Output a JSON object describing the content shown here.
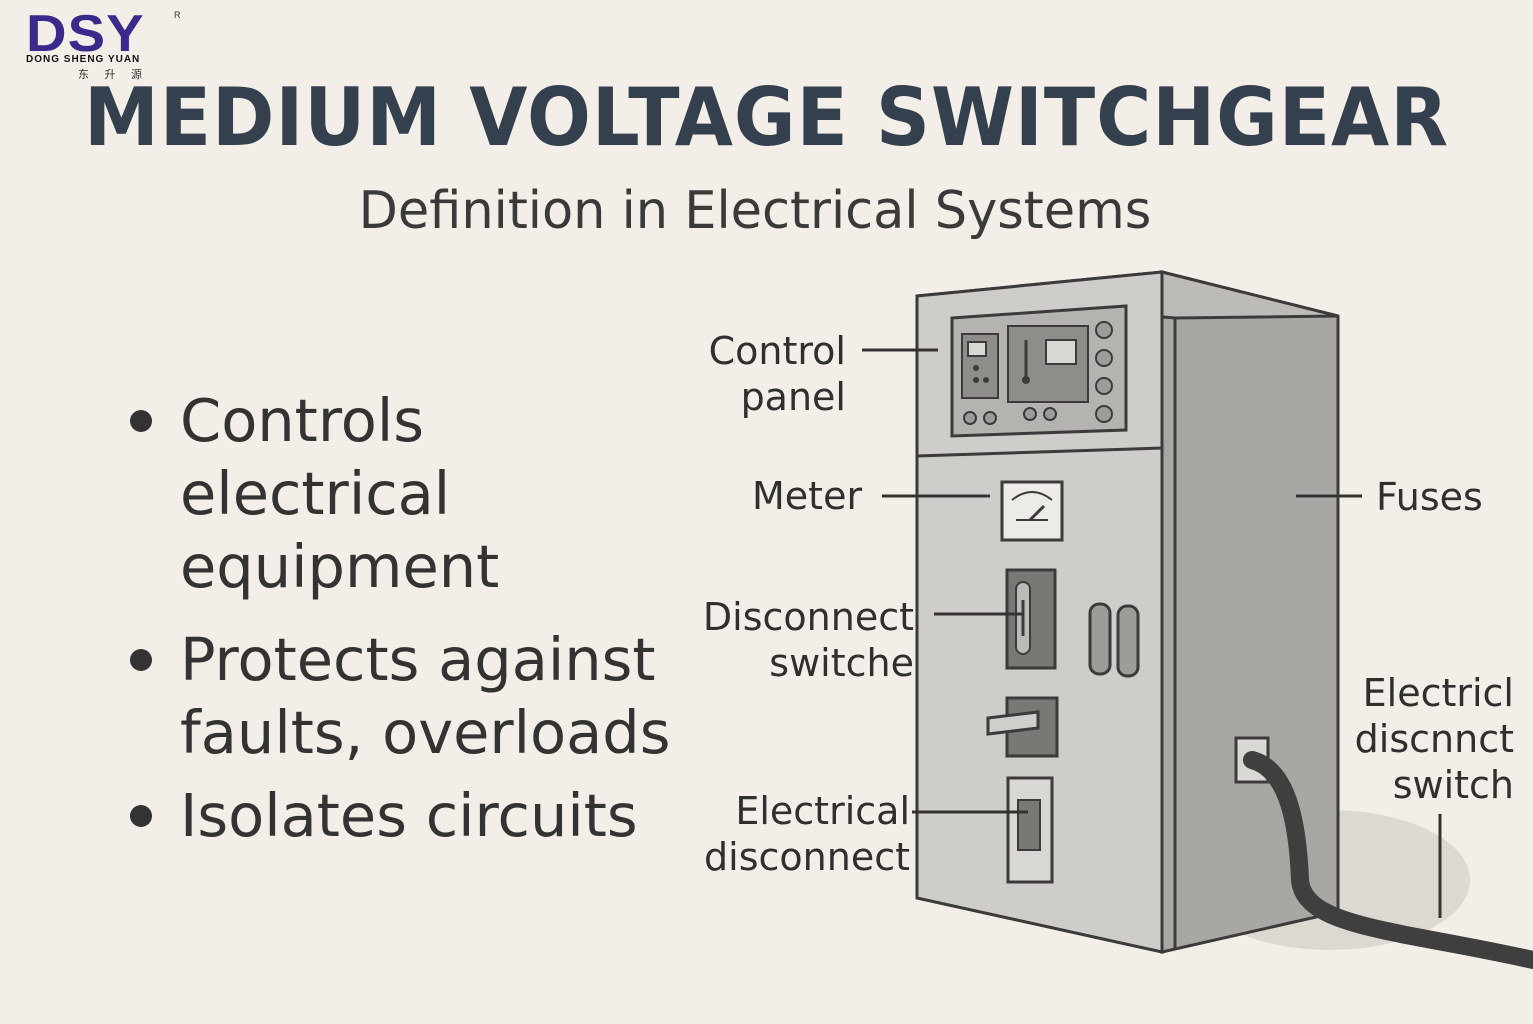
{
  "logo": {
    "letters": "DSY",
    "registered": "R",
    "english": "DONG SHENG YUAN",
    "chinese": "东 升 源"
  },
  "title": "MEDIUM VOLTAGE SWITCHGEAR",
  "subtitle": "Definition in Electrical Systems",
  "bullets": [
    {
      "lines": [
        "Controls",
        "electrical",
        "equipment"
      ]
    },
    {
      "lines": [
        "Protects against",
        "faults, overloads"
      ]
    },
    {
      "lines": [
        "Isolates circuits"
      ]
    }
  ],
  "diagram_labels": {
    "control_panel": [
      "Control",
      "panel"
    ],
    "meter": "Meter",
    "disconnect_switche": [
      "Disconnect",
      "switche"
    ],
    "electrical_disconnect": [
      "Electrical",
      "disconnect"
    ],
    "fuses": "Fuses",
    "electricl_disconnct_switch": [
      "Electricl",
      "discnnct",
      "switch"
    ]
  },
  "colors": {
    "title": "#34404d",
    "background": "#f3efe8",
    "logo": "#3a2a8c",
    "cabinet_front": "#cfcdca",
    "cabinet_side": "#a9a7a4"
  }
}
